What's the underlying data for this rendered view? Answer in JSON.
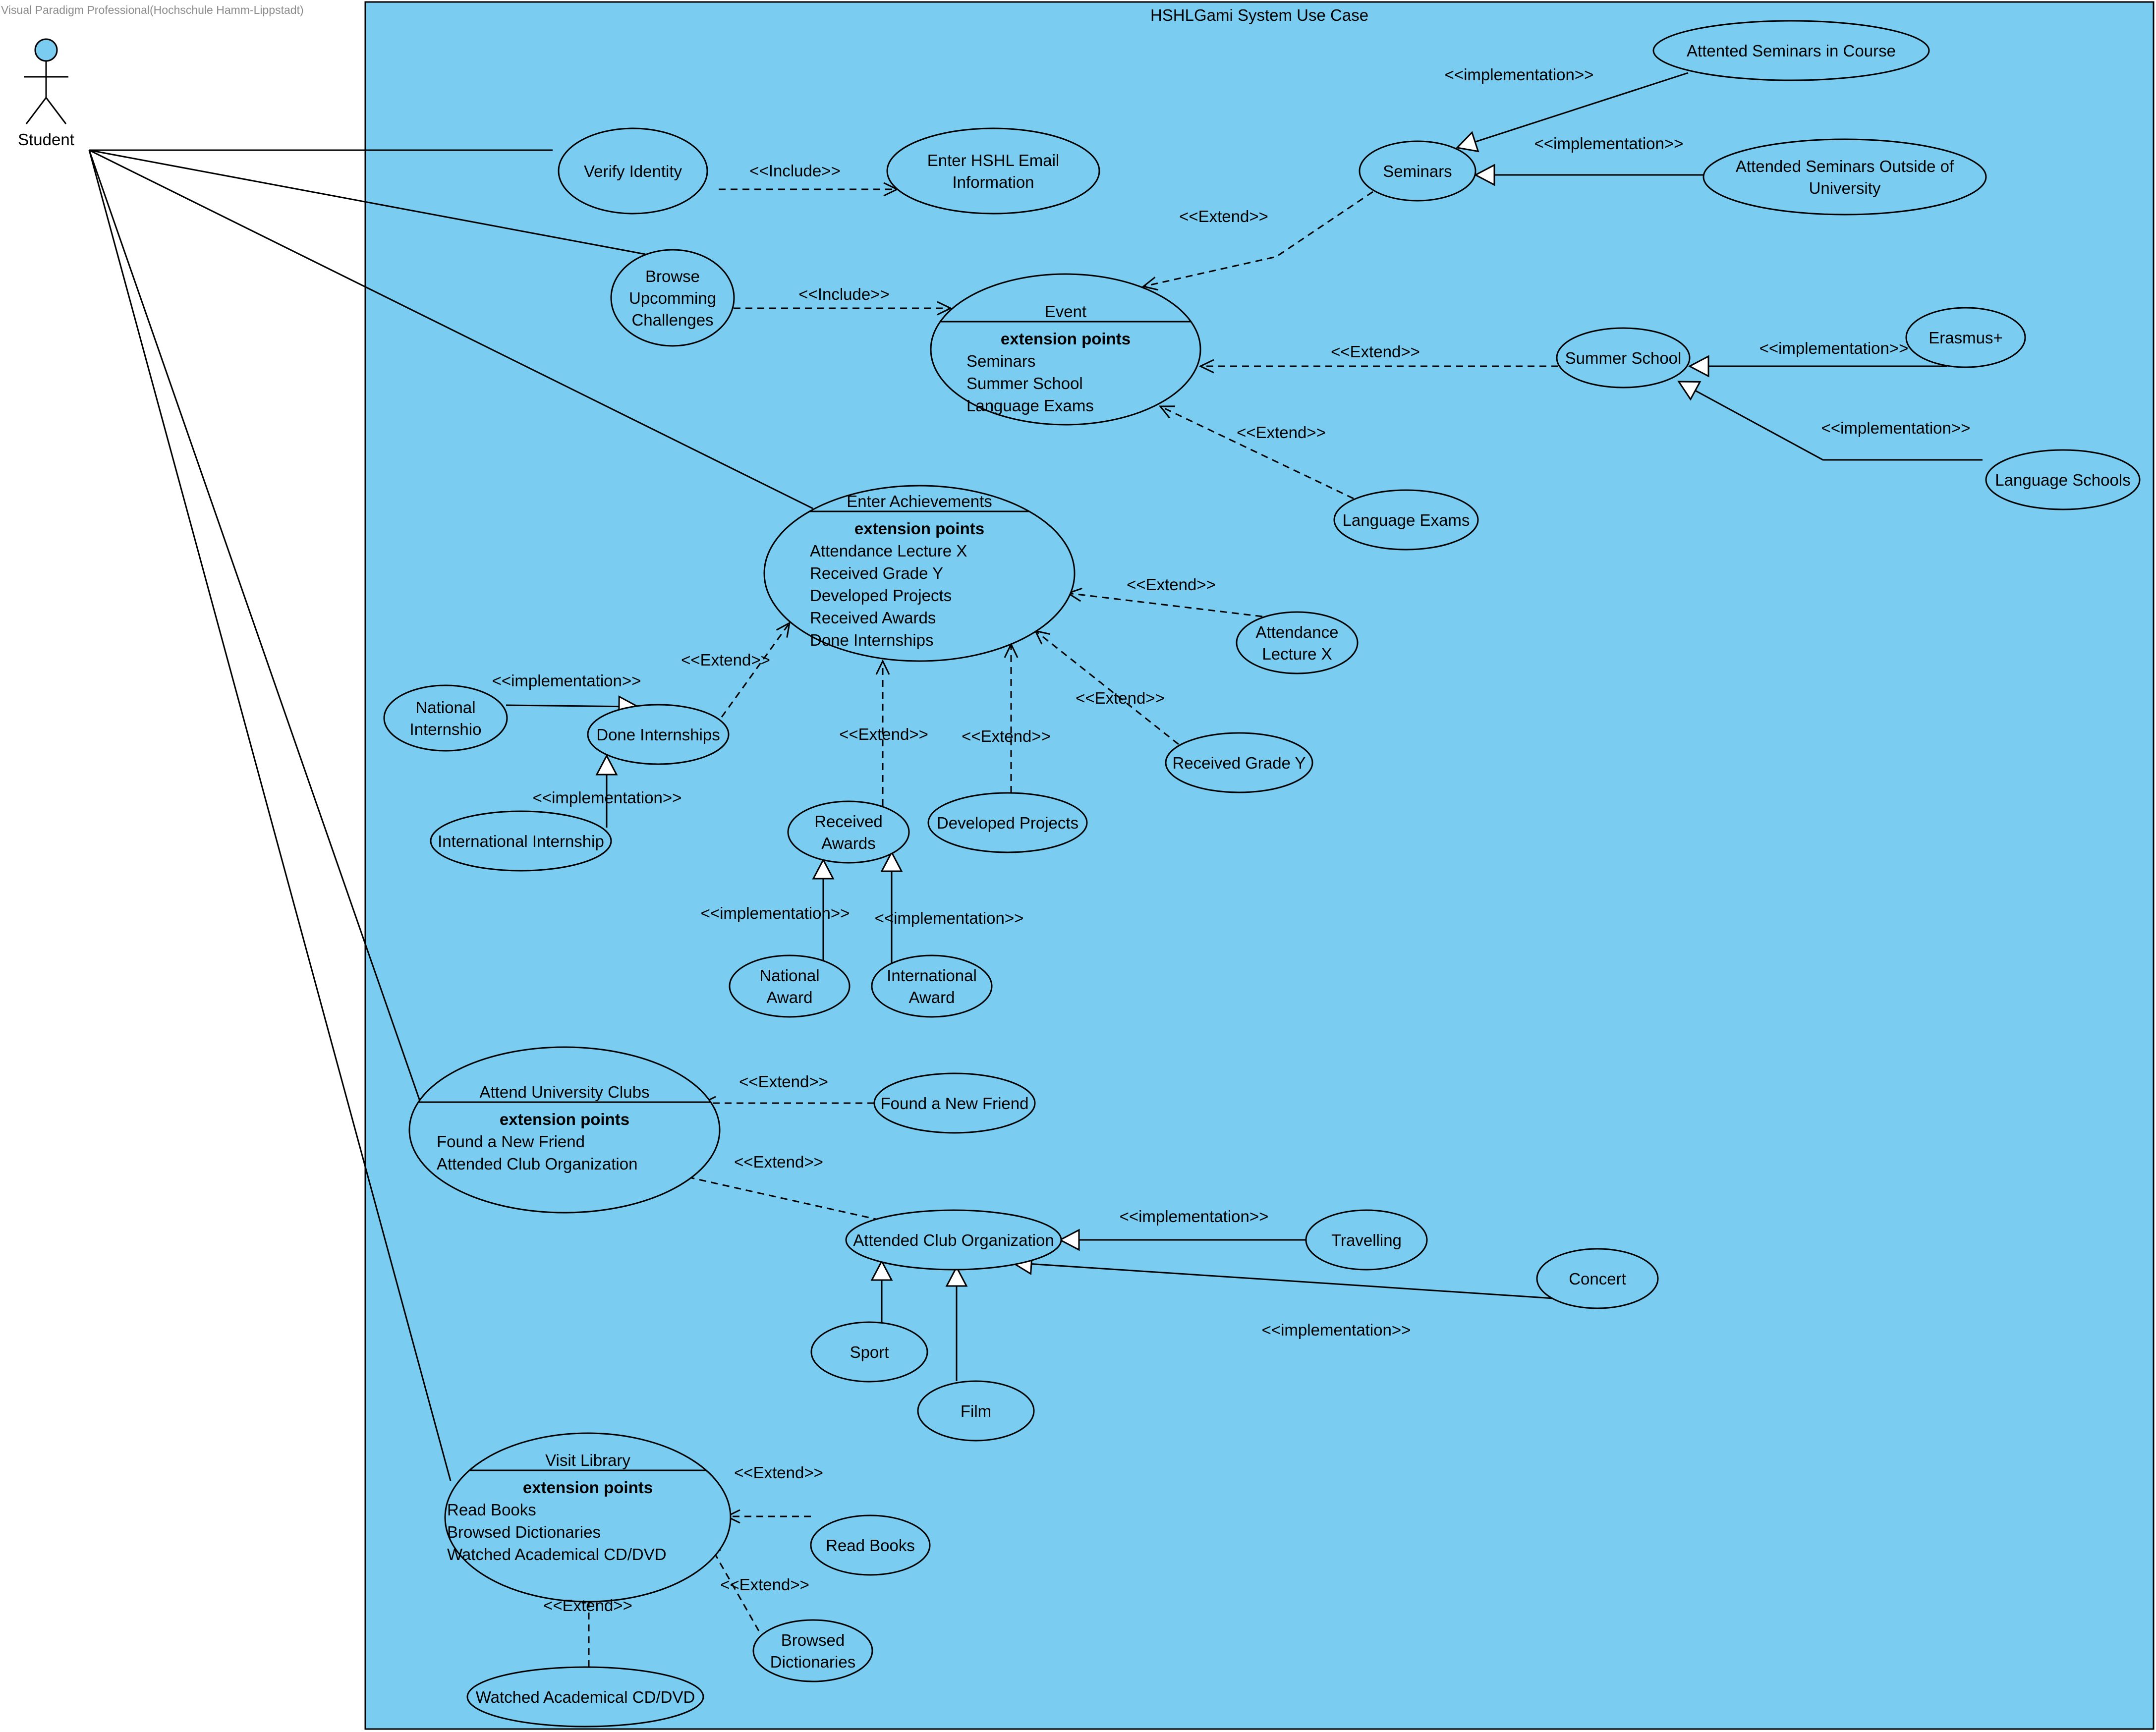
{
  "watermark": "Visual Paradigm Professional(Hochschule Hamm-Lippstadt)",
  "system": {
    "title": "HSHLGami System Use Case",
    "fill": "#7acdf1"
  },
  "actor": {
    "name": "Student",
    "head_color": "#7acdf1"
  },
  "stereotypes": {
    "include": "<<Include>>",
    "extend": "<<Extend>>",
    "implementation": "<<implementation>>"
  },
  "use_cases": {
    "verify_identity": {
      "lines": [
        "Verify Identity"
      ]
    },
    "enter_email": {
      "lines": [
        "Enter HSHL Email",
        "Information"
      ]
    },
    "browse_challenges": {
      "lines": [
        "Browse",
        "Upcomming",
        "Challenges"
      ]
    },
    "event": {
      "name": "Event",
      "ep_title": "extension points",
      "ep": [
        "Seminars",
        "Summer School",
        "Language Exams"
      ]
    },
    "seminars": {
      "lines": [
        "Seminars"
      ]
    },
    "seminars_in_course": {
      "lines": [
        "Attented Seminars in Course"
      ]
    },
    "seminars_outside": {
      "lines": [
        "Attended Seminars Outside of",
        "University"
      ]
    },
    "summer_school": {
      "lines": [
        "Summer School"
      ]
    },
    "erasmus": {
      "lines": [
        "Erasmus+"
      ]
    },
    "language_schools": {
      "lines": [
        "Language Schools"
      ]
    },
    "language_exams": {
      "lines": [
        "Language Exams"
      ]
    },
    "enter_achievements": {
      "name": "Enter Achievements",
      "ep_title": "extension points",
      "ep": [
        "Attendance Lecture X",
        "Received Grade Y",
        "Developed Projects",
        "Received Awards",
        "Done Internships"
      ]
    },
    "attendance_lecture": {
      "lines": [
        "Attendance",
        "Lecture X"
      ]
    },
    "received_grade": {
      "lines": [
        "Received Grade Y"
      ]
    },
    "done_internships": {
      "lines": [
        "Done Internships"
      ]
    },
    "national_internship": {
      "lines": [
        "National",
        "Internshio"
      ]
    },
    "international_internship": {
      "lines": [
        "International Internship"
      ]
    },
    "received_awards": {
      "lines": [
        "Received",
        "Awards"
      ]
    },
    "developed_projects": {
      "lines": [
        "Developed Projects"
      ]
    },
    "national_award": {
      "lines": [
        "National",
        "Award"
      ]
    },
    "international_award": {
      "lines": [
        "International",
        "Award"
      ]
    },
    "attend_clubs": {
      "name": "Attend University Clubs",
      "ep_title": "extension points",
      "ep": [
        "Found a New Friend",
        "Attended Club Organization"
      ]
    },
    "found_friend": {
      "lines": [
        "Found a New Friend"
      ]
    },
    "club_organization": {
      "lines": [
        "Attended Club Organization"
      ]
    },
    "travelling": {
      "lines": [
        "Travelling"
      ]
    },
    "concert": {
      "lines": [
        "Concert"
      ]
    },
    "sport": {
      "lines": [
        "Sport"
      ]
    },
    "film": {
      "lines": [
        "Film"
      ]
    },
    "visit_library": {
      "name": "Visit Library",
      "ep_title": "extension points",
      "ep": [
        "Read Books",
        "Browsed Dictionaries",
        "Watched Academical CD/DVD"
      ]
    },
    "read_books": {
      "lines": [
        "Read Books"
      ]
    },
    "browsed_dictionaries": {
      "lines": [
        "Browsed",
        "Dictionaries"
      ]
    },
    "watched_cd": {
      "lines": [
        "Watched Academical CD/DVD"
      ]
    }
  }
}
